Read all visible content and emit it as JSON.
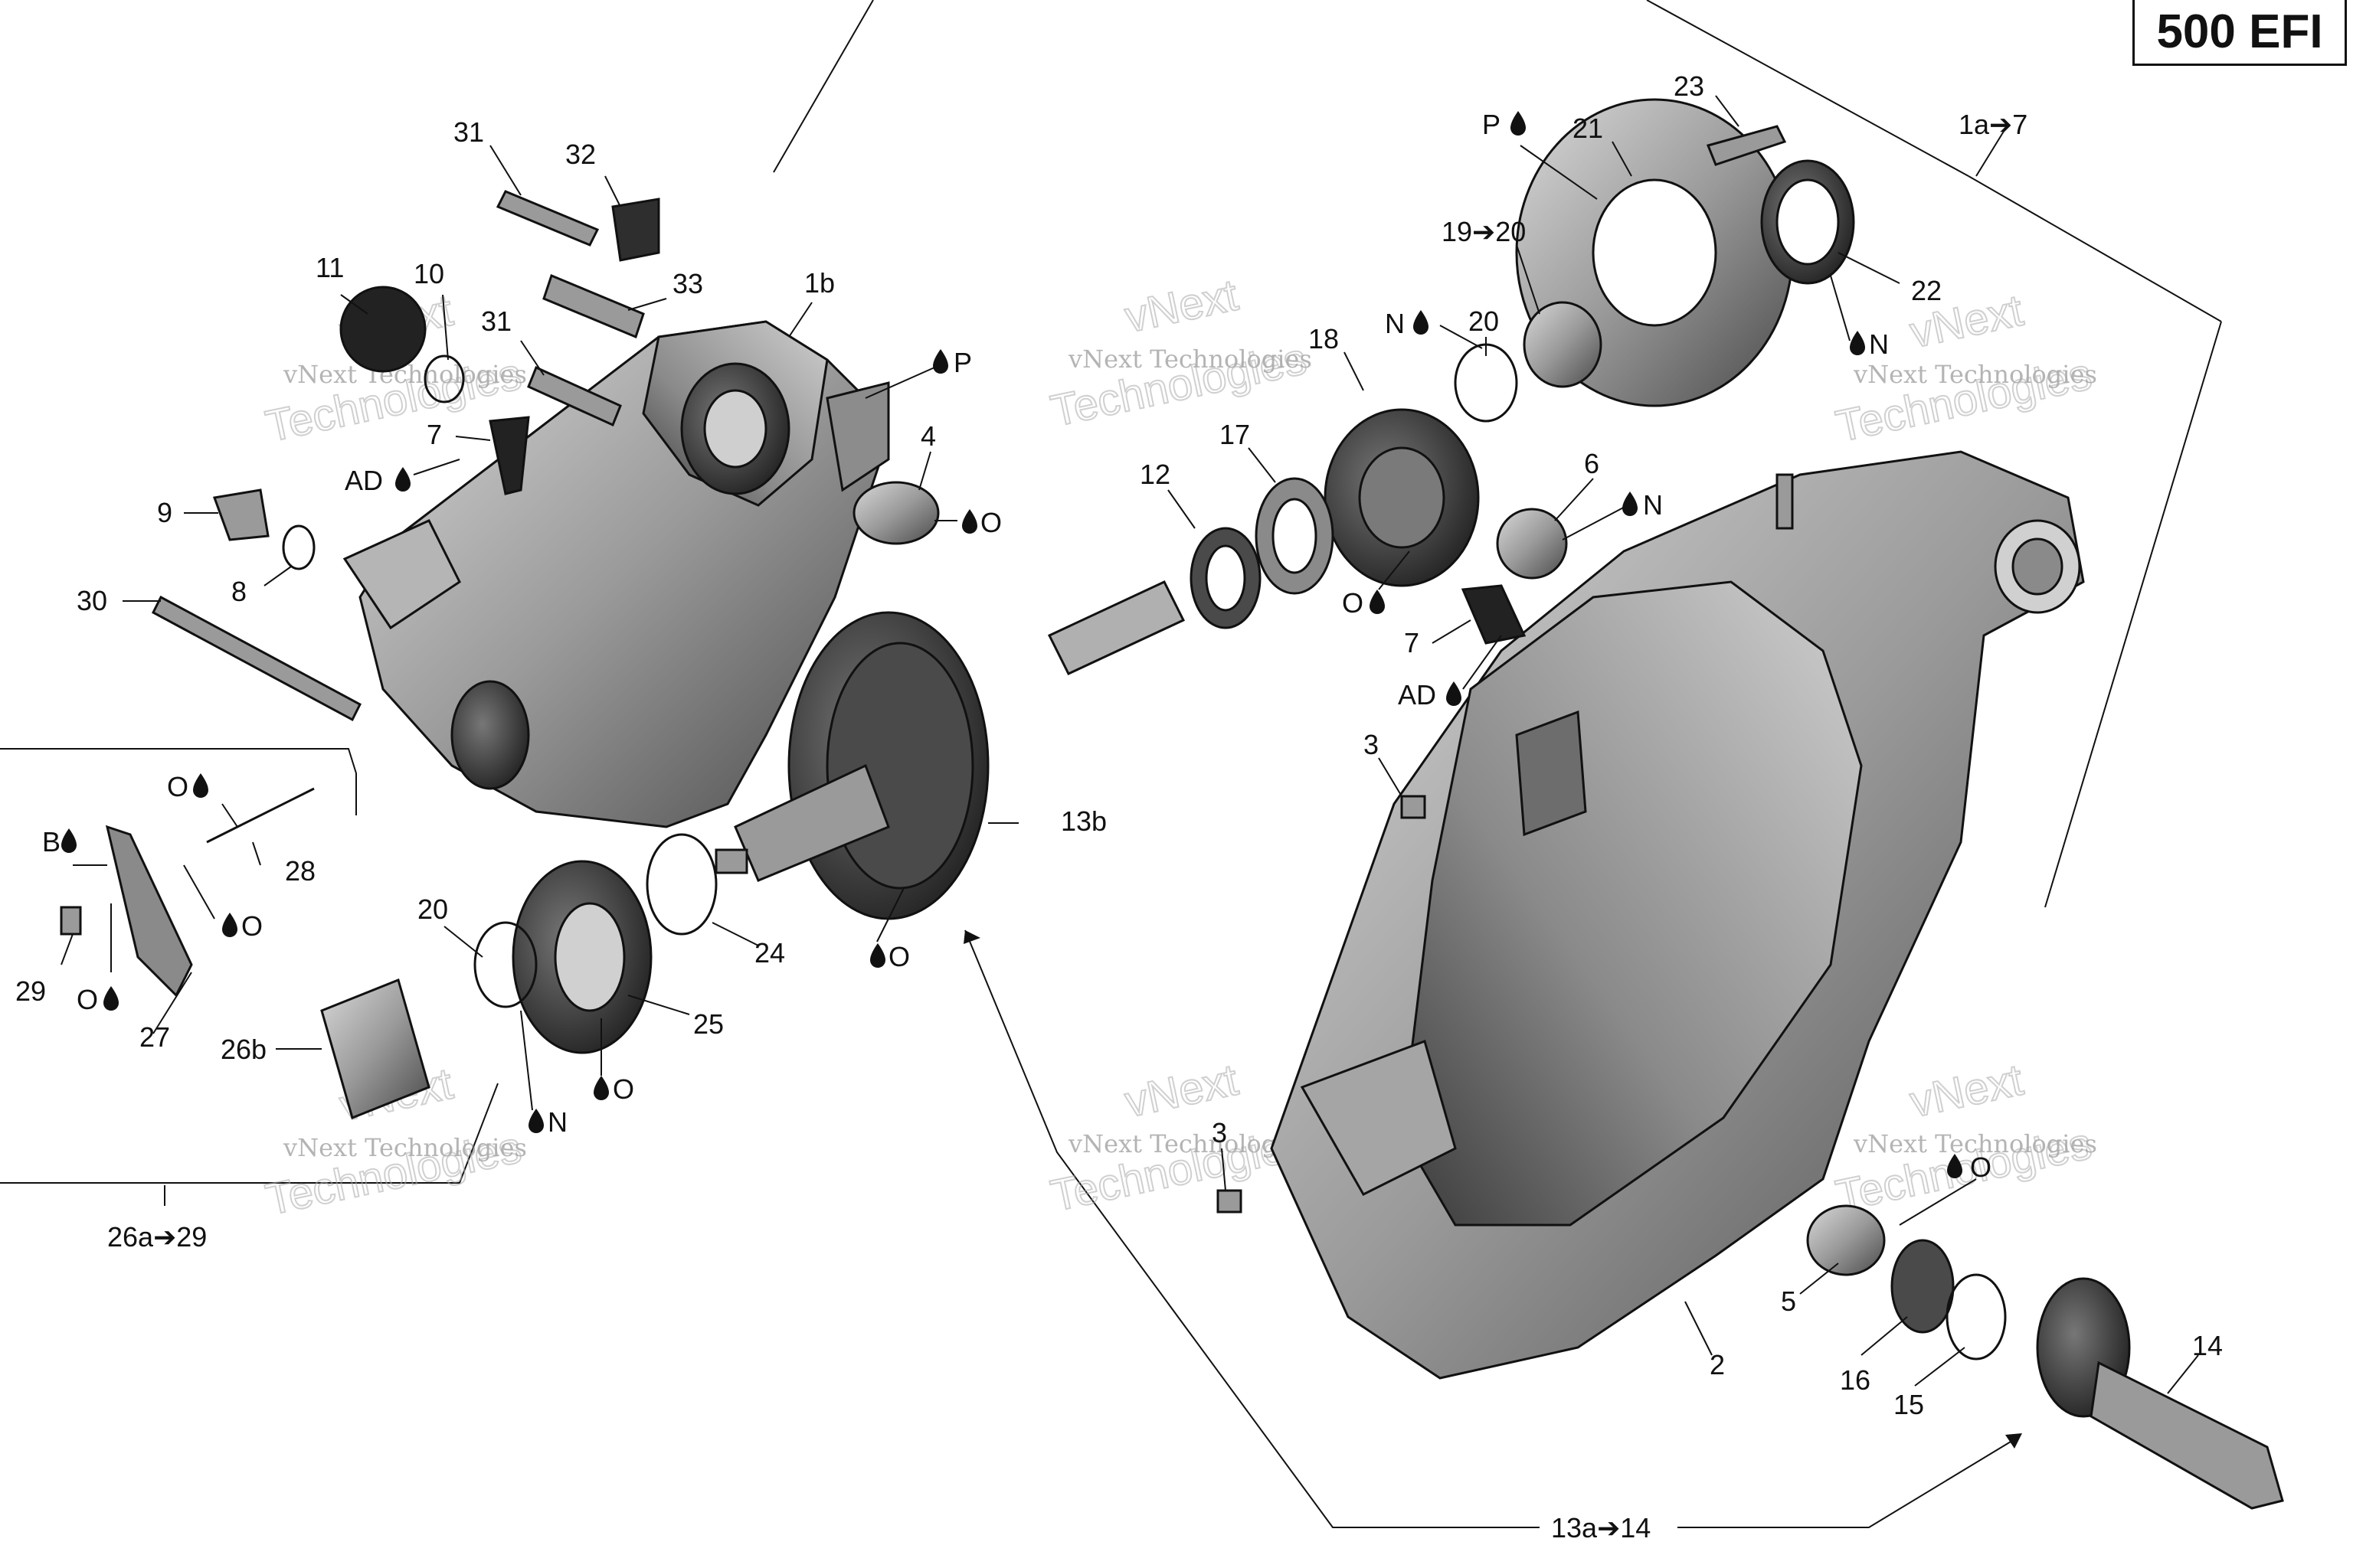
{
  "badge": "500 EFI",
  "watermark": {
    "line1": "vNext Technologies",
    "line2": "Technologies",
    "line3": "vNext"
  },
  "labels": {
    "l31a": "31",
    "l32": "32",
    "l11": "11",
    "l10": "10",
    "l33": "33",
    "l1b": "1b",
    "l31b": "31",
    "lP1": "P",
    "l7a": "7",
    "lAD1": "AD",
    "l4": "4",
    "lO1": "O",
    "l9": "9",
    "l8": "8",
    "l30": "30",
    "lO2": "O",
    "lB": "B",
    "l28": "28",
    "lO3": "O",
    "l29": "29",
    "lO4": "O",
    "l27": "27",
    "l20a": "20",
    "l13b": "13b",
    "l24": "24",
    "lO5": "O",
    "l26b": "26b",
    "l25": "25",
    "lN1": "N",
    "lO6": "O",
    "l26a29": "26a➔29",
    "l23": "23",
    "lP2": "P",
    "l21": "21",
    "l1a7": "1a➔7",
    "l1920": "19➔20",
    "lN2": "N",
    "l20b": "20",
    "l18": "18",
    "l22": "22",
    "lN3": "N",
    "l17": "17",
    "l12": "12",
    "l6": "6",
    "lN4": "N",
    "lO7": "O",
    "l7b": "7",
    "lAD2": "AD",
    "l3a": "3",
    "l3b": "3",
    "l2": "2",
    "l5": "5",
    "l16": "16",
    "l15": "15",
    "l14": "14",
    "lO8": "O",
    "l13a14": "13a➔14"
  }
}
